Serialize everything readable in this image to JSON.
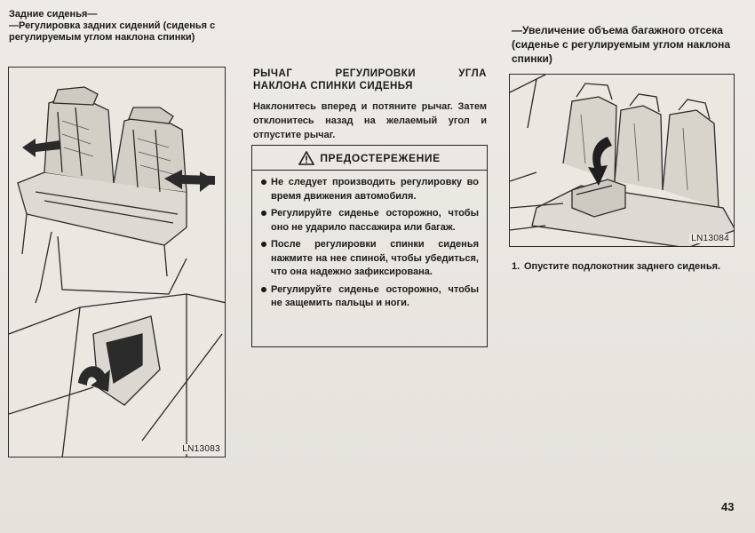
{
  "left": {
    "title": "Задние сиденья—",
    "subtitle": "—Регулировка задних сидений (сиденья с регулируемым углом наклона спинки)",
    "figure_code": "LN13083"
  },
  "middle": {
    "title_word1": "РЫЧАГ",
    "title_word2": "РЕГУЛИРОВКИ",
    "title_word3": "УГЛА",
    "title_line2": "НАКЛОНА СПИНКИ СИДЕНЬЯ",
    "paragraph": "Наклонитесь вперед и потяните рычаг. Затем отклонитесь назад на желаемый угол и отпустите рычаг.",
    "caution": {
      "heading": "ПРЕДОСТЕРЕЖЕНИЕ",
      "items": [
        "Не следует производить регулировку во время движения автомобиля.",
        "Регулируйте сиденье осторожно, чтобы оно не ударило пассажира или багаж.",
        "После регулировки спинки сиденья нажмите на нее спиной, чтобы убедиться, что она надежно зафиксирована.",
        "Регулируйте сиденье осторожно, чтобы не защемить пальцы и ноги."
      ]
    }
  },
  "right": {
    "title": "—Увеличение объема багажного отсека (сиденье с регулируемым углом наклона спинки)",
    "figure_code": "LN13084",
    "step_number": "1.",
    "step_text": "Опустите подлокотник заднего сиденья."
  },
  "page_number": "43"
}
